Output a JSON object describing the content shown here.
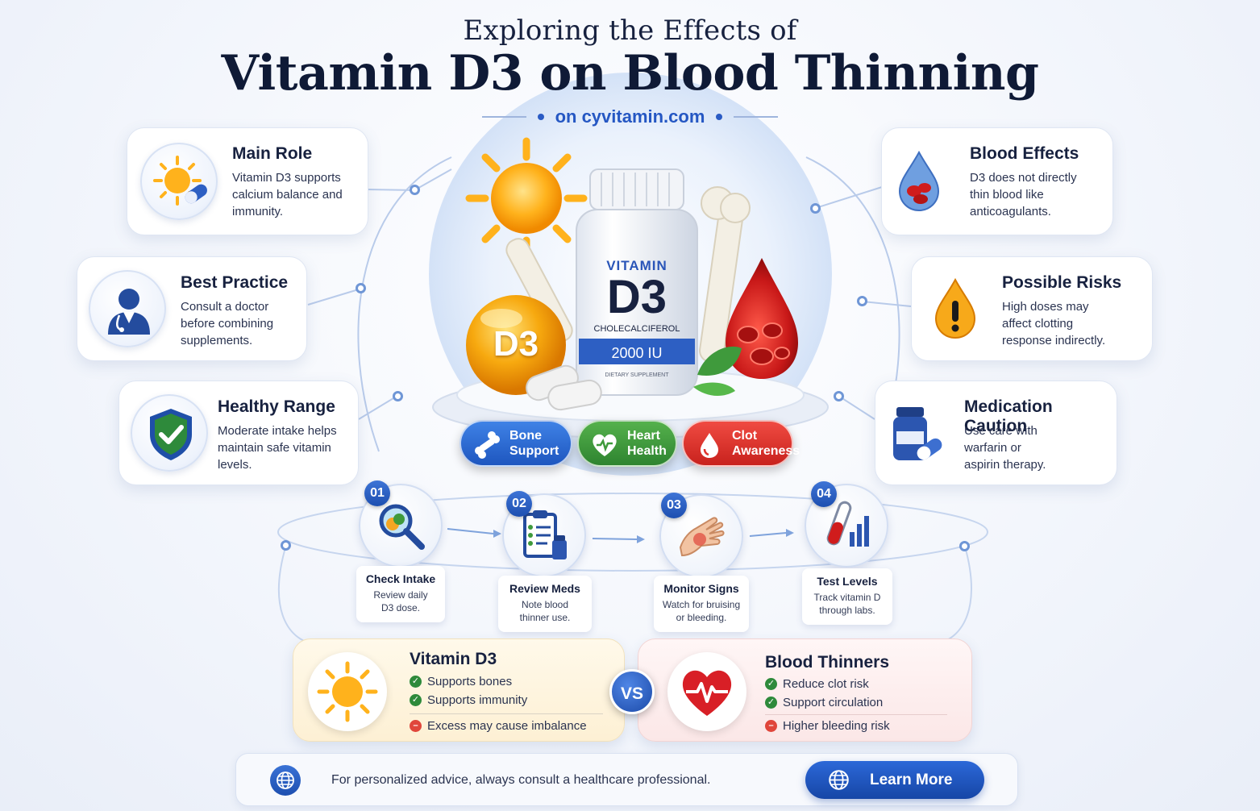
{
  "header": {
    "title_small": "Exploring the Effects of",
    "title_big": "Vitamin D3 on Blood Thinning",
    "subtitle": "on cyvitamin.com"
  },
  "product": {
    "label_top": "VITAMIN",
    "label_main": "D3",
    "label_sub": "CHOLECALCIFEROL",
    "dose": "2000 IU",
    "label_small": "DIETARY SUPPLEMENT",
    "orb_text": "D3"
  },
  "cards_left": [
    {
      "title": "Main Role",
      "body": [
        "Vitamin D3 supports",
        "calcium balance and",
        "immunity."
      ]
    },
    {
      "title": "Best Practice",
      "body": [
        "Consult a doctor",
        "before combining",
        "supplements."
      ]
    },
    {
      "title": "Healthy Range",
      "body": [
        "Moderate intake helps",
        "maintain safe vitamin",
        "levels."
      ]
    }
  ],
  "cards_right": [
    {
      "title": "Blood Effects",
      "body": [
        "D3 does not directly",
        "thin blood like",
        "anticoagulants."
      ]
    },
    {
      "title": "Possible Risks",
      "body": [
        "High doses may",
        "affect clotting",
        "response indirectly."
      ]
    },
    {
      "title": "Medication Caution",
      "body": [
        "Use care with",
        "warfarin or",
        "aspirin therapy."
      ]
    }
  ],
  "pills": [
    {
      "line1": "Bone",
      "line2": "Support",
      "color": "#2d6fd8"
    },
    {
      "line1": "Heart",
      "line2": "Health",
      "color": "#3f9a3c"
    },
    {
      "line1": "Clot",
      "line2": "Awareness",
      "color": "#e0352f"
    }
  ],
  "steps": [
    {
      "num": "01",
      "title": "Check Intake",
      "desc": [
        "Review daily",
        "D3 dose."
      ]
    },
    {
      "num": "02",
      "title": "Review Meds",
      "desc": [
        "Note blood",
        "thinner use."
      ]
    },
    {
      "num": "03",
      "title": "Monitor Signs",
      "desc": [
        "Watch for bruising",
        "or bleeding."
      ]
    },
    {
      "num": "04",
      "title": "Test Levels",
      "desc": [
        "Track vitamin D",
        "through labs."
      ]
    }
  ],
  "compare": {
    "left": {
      "title": "Vitamin D3",
      "pros": [
        "Supports bones",
        "Supports immunity"
      ],
      "con": "Excess may cause imbalance"
    },
    "vs": "VS",
    "right": {
      "title": "Blood Thinners",
      "pros": [
        "Reduce clot risk",
        "Support circulation"
      ],
      "con": "Higher bleeding risk"
    }
  },
  "footer": {
    "text": "For personalized advice, always consult a healthcare professional.",
    "button": "Learn More"
  },
  "icons": {
    "main_role": "sun-pill-icon",
    "best_practice": "doctor-icon",
    "healthy_range": "shield-check-icon",
    "blood_effects": "blood-drop-icon",
    "possible_risks": "warning-drop-icon",
    "medication_caution": "medicine-bottle-icon"
  },
  "colors": {
    "accent_blue": "#2557c3",
    "green": "#2e8a3b",
    "red": "#e0352f",
    "orange": "#f5a623"
  }
}
